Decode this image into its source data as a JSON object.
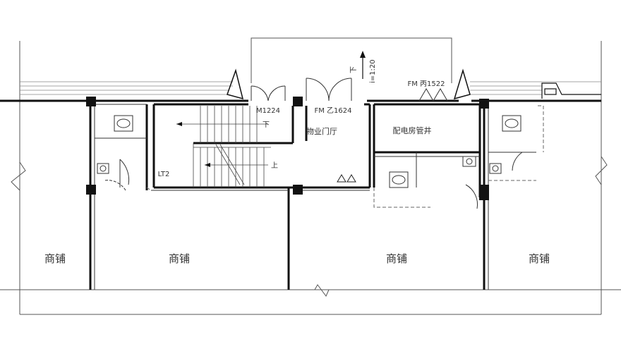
{
  "rooms": {
    "shop_1": "商铺",
    "shop_2": "商铺",
    "shop_3": "商铺",
    "shop_4": "商铺",
    "lobby": "物业门厅",
    "power_room": "配电房管井"
  },
  "doors": {
    "m1224": "M1224",
    "fm_yi": "FM 乙1624",
    "fm_bing": "FM 丙1522"
  },
  "stair": {
    "tag": "LT2",
    "down": "下",
    "up": "上"
  },
  "ramp": {
    "down": "下",
    "slope": "i=1:20"
  }
}
